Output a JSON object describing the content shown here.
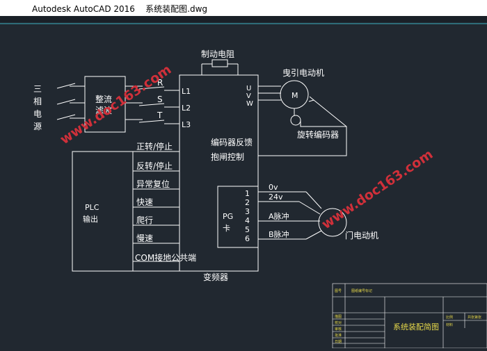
{
  "window": {
    "title": "Autodesk AutoCAD 2016    系统装配图.dwg"
  },
  "diagram": {
    "power_input": [
      "三",
      "相",
      "电",
      "源"
    ],
    "rectifier": [
      "整流",
      "滤波"
    ],
    "phases": [
      "R",
      "S",
      "T"
    ],
    "inverter_inputs": [
      "L1",
      "L2",
      "L3"
    ],
    "inverter_outputs": [
      "U",
      "V",
      "W"
    ],
    "brake_resistor": "制动电阻",
    "traction_motor_label": "曳引电动机",
    "motor_symbol": "M",
    "encoder_label": "旋转编码器",
    "encoder_feedback": "编码器反馈",
    "brake_control": "抱闸控制",
    "plc": [
      "PLC",
      "输出"
    ],
    "plc_signals": [
      "正转/停止",
      "反转/停止",
      "异常复位",
      "快速",
      "爬行",
      "慢速",
      "COM接地公共端"
    ],
    "pg_card": [
      "PG",
      "卡"
    ],
    "pg_pins": [
      "1",
      "2",
      "3",
      "4",
      "5",
      "6"
    ],
    "pg_signals": [
      "0v",
      "24v",
      "A脉冲",
      "B脉冲"
    ],
    "door_motor_label": "门电动机",
    "inverter_label": "变频器",
    "watermark": "www.doc163.com",
    "title_block": {
      "title": "系统装配简图",
      "cells": [
        "图号",
        "图纸编号标记",
        "描图",
        "校对",
        "审核",
        "批准",
        "日期",
        "比例",
        "材料",
        "共张第张"
      ]
    }
  },
  "colors": {
    "background": "#212830",
    "lines": "#ffffff",
    "watermark": "#d0303a",
    "title_block": "#e6d84a"
  }
}
